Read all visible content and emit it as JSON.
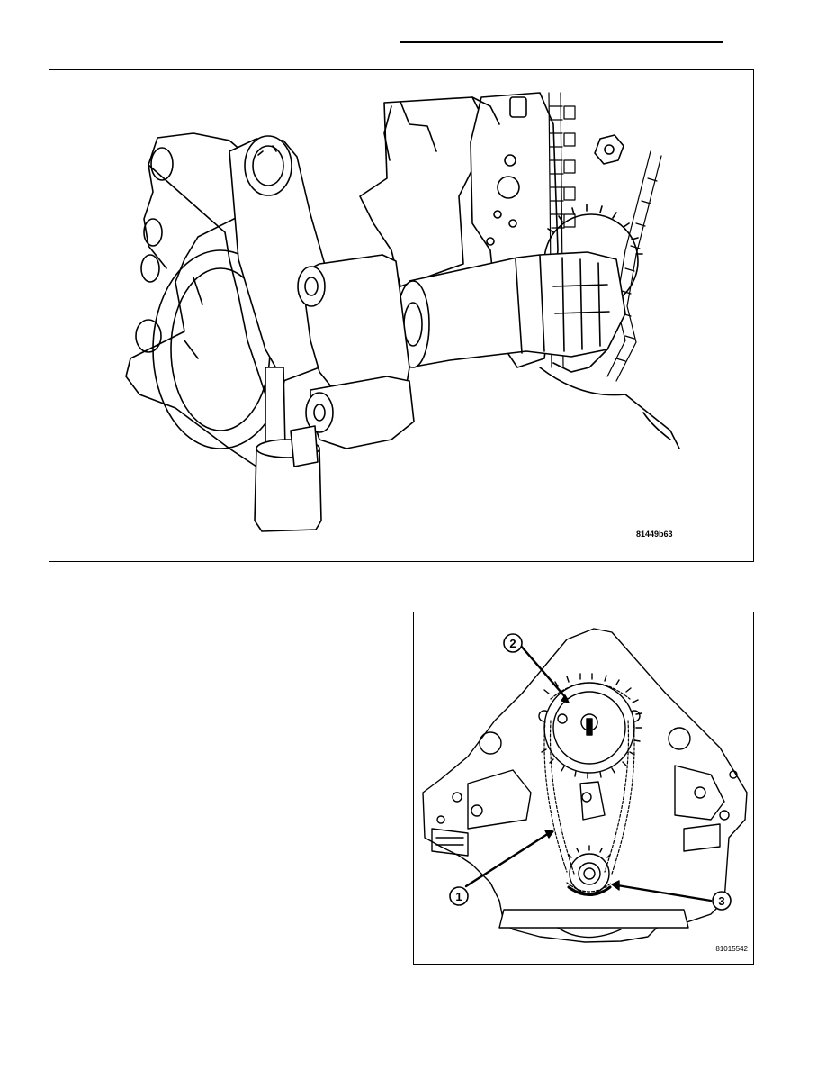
{
  "figures": [
    {
      "id": "81449b63",
      "subject": "engine-tool-installation"
    },
    {
      "id": "81015542",
      "subject": "timing-chain-front-view",
      "callouts": [
        {
          "number": "1"
        },
        {
          "number": "2"
        },
        {
          "number": "3"
        }
      ]
    }
  ]
}
